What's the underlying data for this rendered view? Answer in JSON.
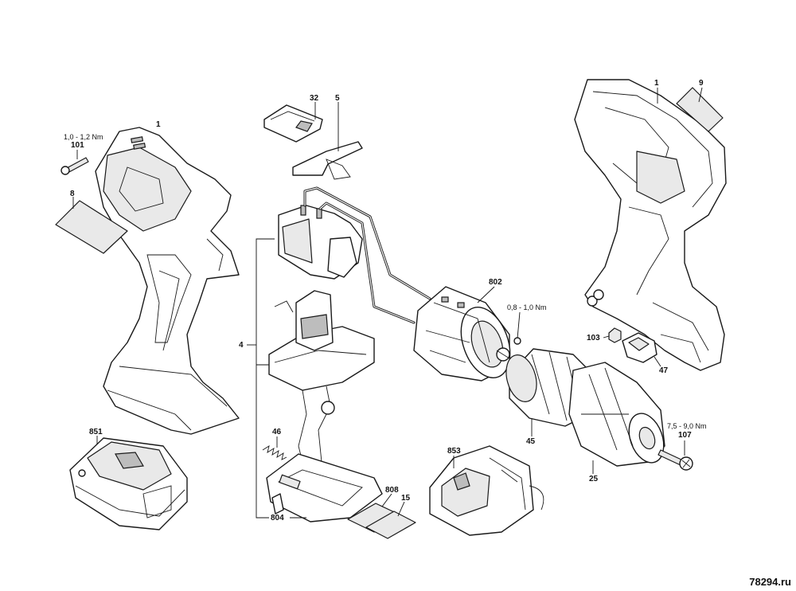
{
  "labels": {
    "housing_left": "1",
    "screw_101": "101",
    "torque_101": "1,0 - 1,2 Nm",
    "nameplate_8": "8",
    "switch_cover_32": "32",
    "slider_5": "5",
    "electronics_4": "4",
    "motor_802": "802",
    "torque_motor": "0,8 - 1,0 Nm",
    "housing_right": "1",
    "label_9": "9",
    "nut_103": "103",
    "switch_47": "47",
    "gearbox_45": "45",
    "chuck_25": "25",
    "torque_107": "7,5 - 9,0 Nm",
    "screw_107": "107",
    "spring_46": "46",
    "battery_851": "851",
    "charger_853": "853",
    "label_808": "808",
    "label_15": "15",
    "base_804": "804"
  },
  "watermark": "78294.ru",
  "colors": {
    "line": "#1a1a1a",
    "fill": "#ffffff",
    "shade": "#e9e9e9"
  }
}
